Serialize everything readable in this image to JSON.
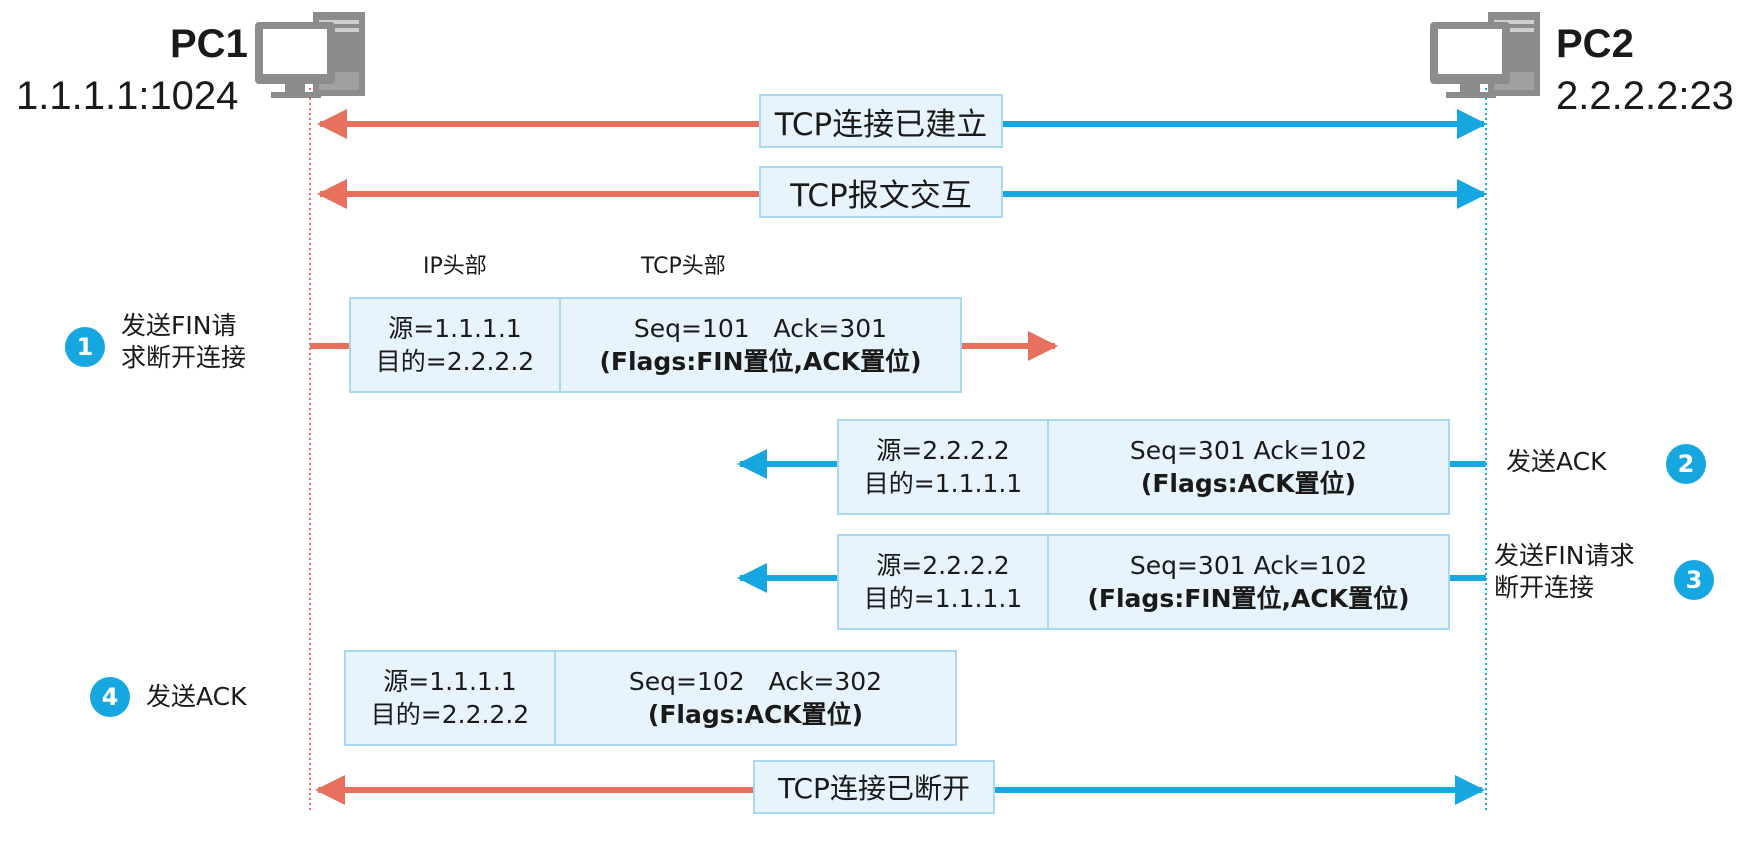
{
  "hosts": {
    "pc1": {
      "name": "PC1",
      "address": "1.1.1.1:1024"
    },
    "pc2": {
      "name": "PC2",
      "address": "2.2.2.2:23"
    }
  },
  "banners": {
    "established": "TCP连接已建立",
    "exchange": "TCP报文交互",
    "closed": "TCP连接已断开"
  },
  "headers": {
    "ip": "IP头部",
    "tcp": "TCP头部"
  },
  "packets": [
    {
      "ip_src": "源=1.1.1.1",
      "ip_dst": "目的=2.2.2.2",
      "seq_ack": "Seq=101   Ack=301",
      "flags": "(Flags:FIN置位,ACK置位)"
    },
    {
      "ip_src": "源=2.2.2.2",
      "ip_dst": "目的=1.1.1.1",
      "seq_ack": "Seq=301 Ack=102",
      "flags": "(Flags:ACK置位)"
    },
    {
      "ip_src": "源=2.2.2.2",
      "ip_dst": "目的=1.1.1.1",
      "seq_ack": "Seq=301 Ack=102",
      "flags": "(Flags:FIN置位,ACK置位)"
    },
    {
      "ip_src": "源=1.1.1.1",
      "ip_dst": "目的=2.2.2.2",
      "seq_ack": "Seq=102   Ack=302",
      "flags": "(Flags:ACK置位)"
    }
  ],
  "steps": [
    {
      "number": "1",
      "line1": "发送FIN请",
      "line2": "求断开连接"
    },
    {
      "number": "2",
      "line1": "发送ACK"
    },
    {
      "number": "3",
      "line1": "发送FIN请求",
      "line2": "断开连接"
    },
    {
      "number": "4",
      "line1": "发送ACK"
    }
  ],
  "colors": {
    "pc1": "#e8705f",
    "pc2": "#16a6e0",
    "box_fill": "#e8f4fb",
    "box_border": "#a9d9f0"
  },
  "icons": {
    "computer": "desktop-computer-icon"
  }
}
